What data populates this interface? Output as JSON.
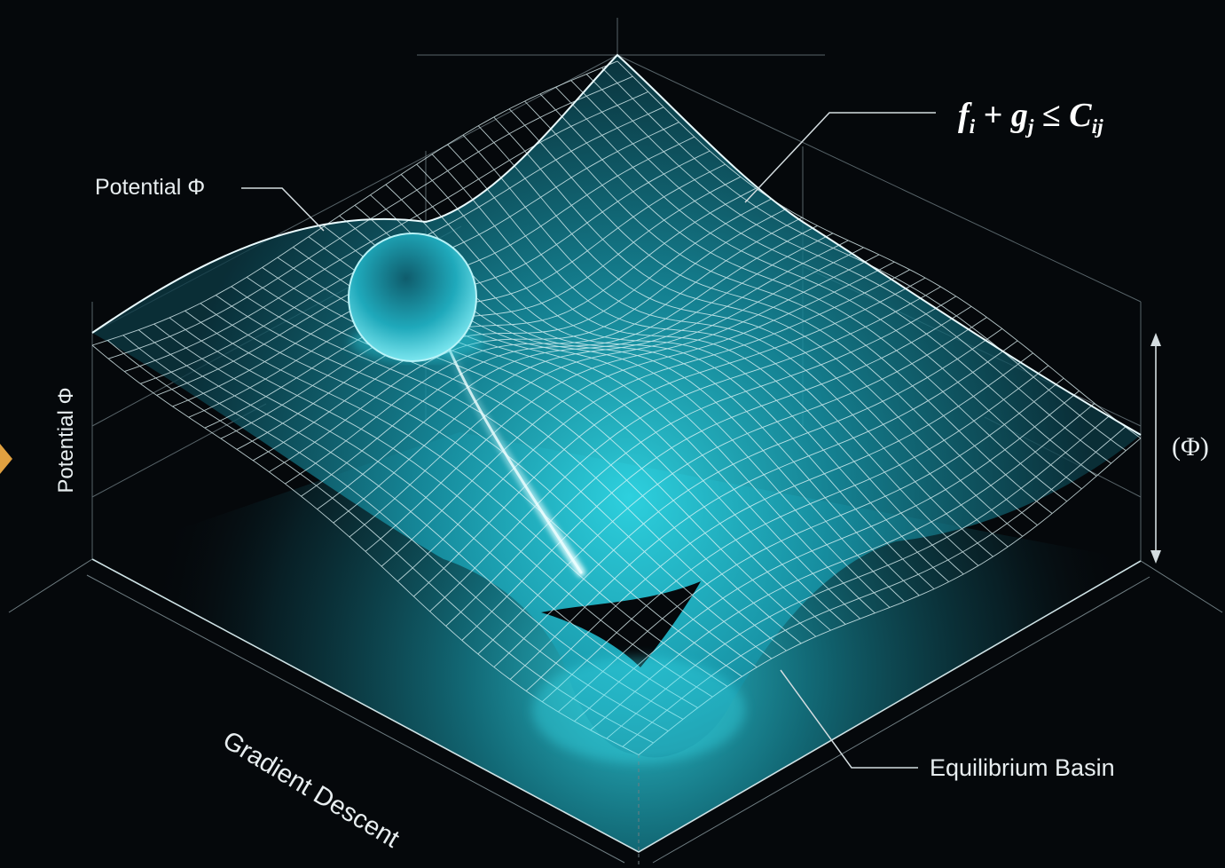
{
  "labels": {
    "potential_top": "Potential Φ",
    "potential_axis": "Potential Φ",
    "gradient_descent": "Gradient Descent",
    "equilibrium_basin": "Equilibrium Basin",
    "phi_scale": "(Φ)"
  },
  "formula": {
    "f": "f",
    "f_sub": "i",
    "plus": "+",
    "g": "g",
    "g_sub": "j",
    "leq": "≤",
    "c": "C",
    "c_sub": "ij"
  },
  "colors": {
    "background": "#05080b",
    "surface_fill": "#1aa3b5",
    "mesh": "#dff6f8",
    "glow": "#1fc3d4",
    "arrow_accent": "#e0a040",
    "text": "#e8eef0"
  },
  "icons": {
    "ball": "sphere-icon",
    "arrow": "triangle-arrow-icon"
  }
}
